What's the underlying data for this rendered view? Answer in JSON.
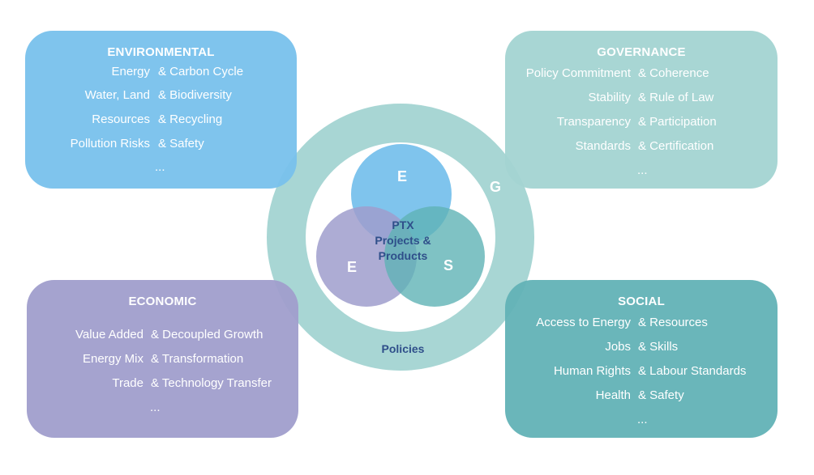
{
  "environmental": {
    "title": "ENVIRONMENTAL",
    "rows": [
      {
        "left": "Energy",
        "right": "& Carbon Cycle"
      },
      {
        "left": "Water, Land",
        "right": "& Biodiversity"
      },
      {
        "left": "Resources",
        "right": "& Recycling"
      },
      {
        "left": "Pollution Risks",
        "right": "& Safety"
      }
    ],
    "more": "..."
  },
  "governance": {
    "title": "GOVERNANCE",
    "rows": [
      {
        "left": "Policy Commitment",
        "right": "& Coherence"
      },
      {
        "left": "Stability",
        "right": "& Rule of Law"
      },
      {
        "left": "Transparency",
        "right": "& Participation"
      },
      {
        "left": "Standards",
        "right": "& Certification"
      }
    ],
    "more": "..."
  },
  "economic": {
    "title": "ECONOMIC",
    "rows": [
      {
        "left": "Value Added",
        "right": "& Decoupled Growth"
      },
      {
        "left": "Energy Mix",
        "right": "& Transformation"
      },
      {
        "left": "Trade",
        "right": "& Technology Transfer"
      }
    ],
    "more": "..."
  },
  "social": {
    "title": "SOCIAL",
    "rows": [
      {
        "left": "Access to Energy",
        "right": "& Resources"
      },
      {
        "left": "Jobs",
        "right": "& Skills"
      },
      {
        "left": "Human Rights",
        "right": "& Labour Standards"
      },
      {
        "left": "Health",
        "right": "& Safety"
      }
    ],
    "more": "..."
  },
  "center": {
    "circle_top_label": "E",
    "circle_left_label": "E",
    "circle_right_label": "S",
    "ring_label": "G",
    "core_line1": "PTX",
    "core_line2": "Projects &",
    "core_line3": "Products",
    "ring_bottom_label": "Policies"
  },
  "colors": {
    "environmental": "#78c1ec",
    "governance": "#a3d4d2",
    "economic": "#a09ecc",
    "social": "#62b2b6",
    "ring": "#a8d6d4",
    "dark_text": "#2f4f8a"
  }
}
